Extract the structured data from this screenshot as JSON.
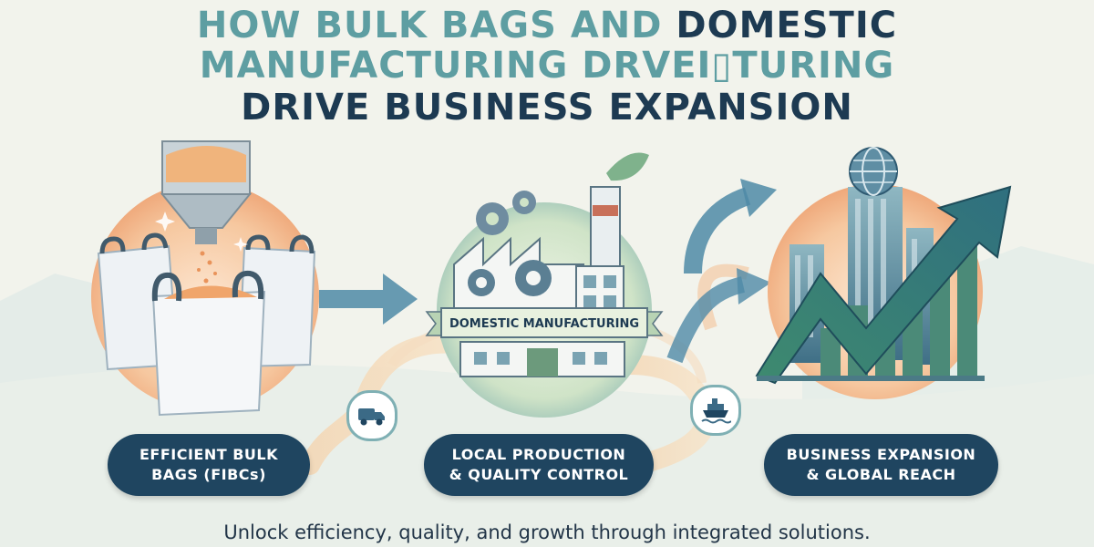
{
  "title": {
    "line1_part1": "HOW BULK BAGS AND ",
    "line1_part2": "DOMESTIC",
    "line2": "MANUFACTURING DRVEI▯TURING",
    "line3": "DRIVE BUSINESS EXPANSION"
  },
  "factory_banner": "DOMESTIC MANUFACTURING",
  "steps": [
    {
      "line1": "EFFICIENT BULK",
      "line2": "BAGS (FIBCs)",
      "icon": "bulk-bags-hopper-icon"
    },
    {
      "line1": "LOCAL PRODUCTION",
      "line2": "& QUALITY CONTROL",
      "icon": "factory-gears-icon"
    },
    {
      "line1": "BUSINESS EXPANSION",
      "line2": "& GLOBAL REACH",
      "icon": "growth-chart-globe-icon"
    }
  ],
  "connectors": [
    {
      "icon": "truck-icon"
    },
    {
      "icon": "ship-icon"
    }
  ],
  "tagline": "Unlock efficiency, quality, and growth through integrated solutions.",
  "colors": {
    "navy": "#1f4560",
    "teal": "#5e9ea2",
    "peach": "#f4c49c",
    "mint": "#d3e6c9",
    "background": "#f2f3ec"
  }
}
